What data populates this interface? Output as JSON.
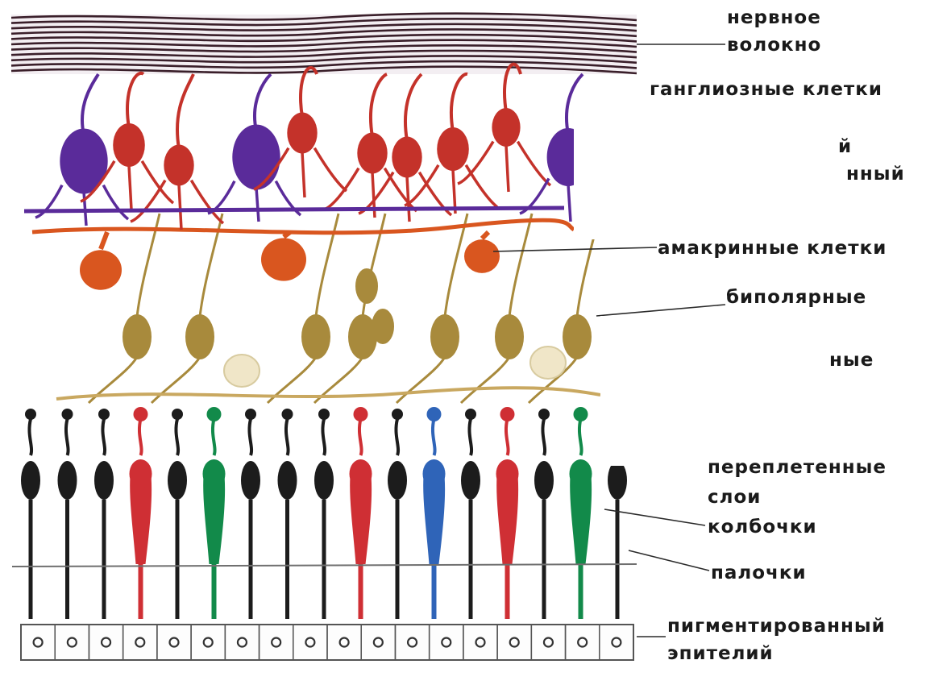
{
  "labels": {
    "nerve_fiber_1": "нервное",
    "nerve_fiber_2": "волокно",
    "ganglion": "ганглиозные клетки",
    "partial_1": "й",
    "partial_2": "нный",
    "amacrine": "амакринные клетки",
    "bipolar": "биполярные",
    "partial_3": "ные",
    "plexiform_1": "переплетенные",
    "plexiform_2": "слои",
    "cones": "колбочки",
    "rods": "палочки",
    "pigment_1": "пигментированный",
    "pigment_2": "эпителий"
  },
  "colors": {
    "nerve_fiber": "#3a1f2a",
    "ganglion_purple": "#5a2b9a",
    "ganglion_red": "#c4322a",
    "amacrine_orange": "#d9561f",
    "bipolar_gold": "#a88a3c",
    "horizontal_cream": "#f0e6c8",
    "rod_black": "#1c1c1c",
    "cone_red": "#cf2f34",
    "cone_green": "#128a4a",
    "cone_blue": "#2f64b8",
    "pigment_cell_border": "#555555"
  },
  "photoreceptors": [
    "rod",
    "rod",
    "rod",
    "cone-red",
    "rod",
    "cone-green",
    "rod",
    "rod",
    "rod",
    "cone-red",
    "rod",
    "cone-blue",
    "rod",
    "cone-red",
    "rod",
    "cone-green",
    "rod"
  ]
}
